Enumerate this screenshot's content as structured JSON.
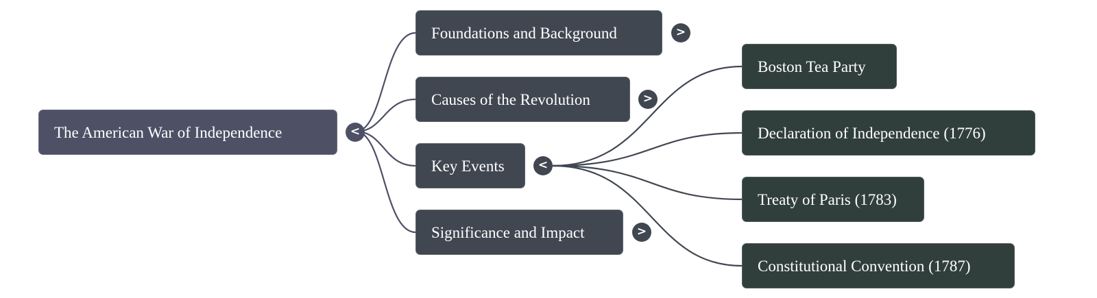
{
  "mindmap": {
    "root": {
      "label": "The American War of Independence",
      "toggle": "<"
    },
    "branches": [
      {
        "label": "Foundations and Background",
        "toggle": ">"
      },
      {
        "label": "Causes of the Revolution",
        "toggle": ">"
      },
      {
        "label": "Key Events",
        "toggle": "<",
        "children": [
          {
            "label": "Boston Tea Party"
          },
          {
            "label": "Declaration of Independence (1776)"
          },
          {
            "label": "Treaty of Paris (1783)"
          },
          {
            "label": "Constitutional Convention (1787)"
          }
        ]
      },
      {
        "label": "Significance and Impact",
        "toggle": ">"
      }
    ]
  },
  "colors": {
    "root": "#4e5066",
    "branch": "#414751",
    "leaf": "#313f3c",
    "link": "#4e5066"
  }
}
